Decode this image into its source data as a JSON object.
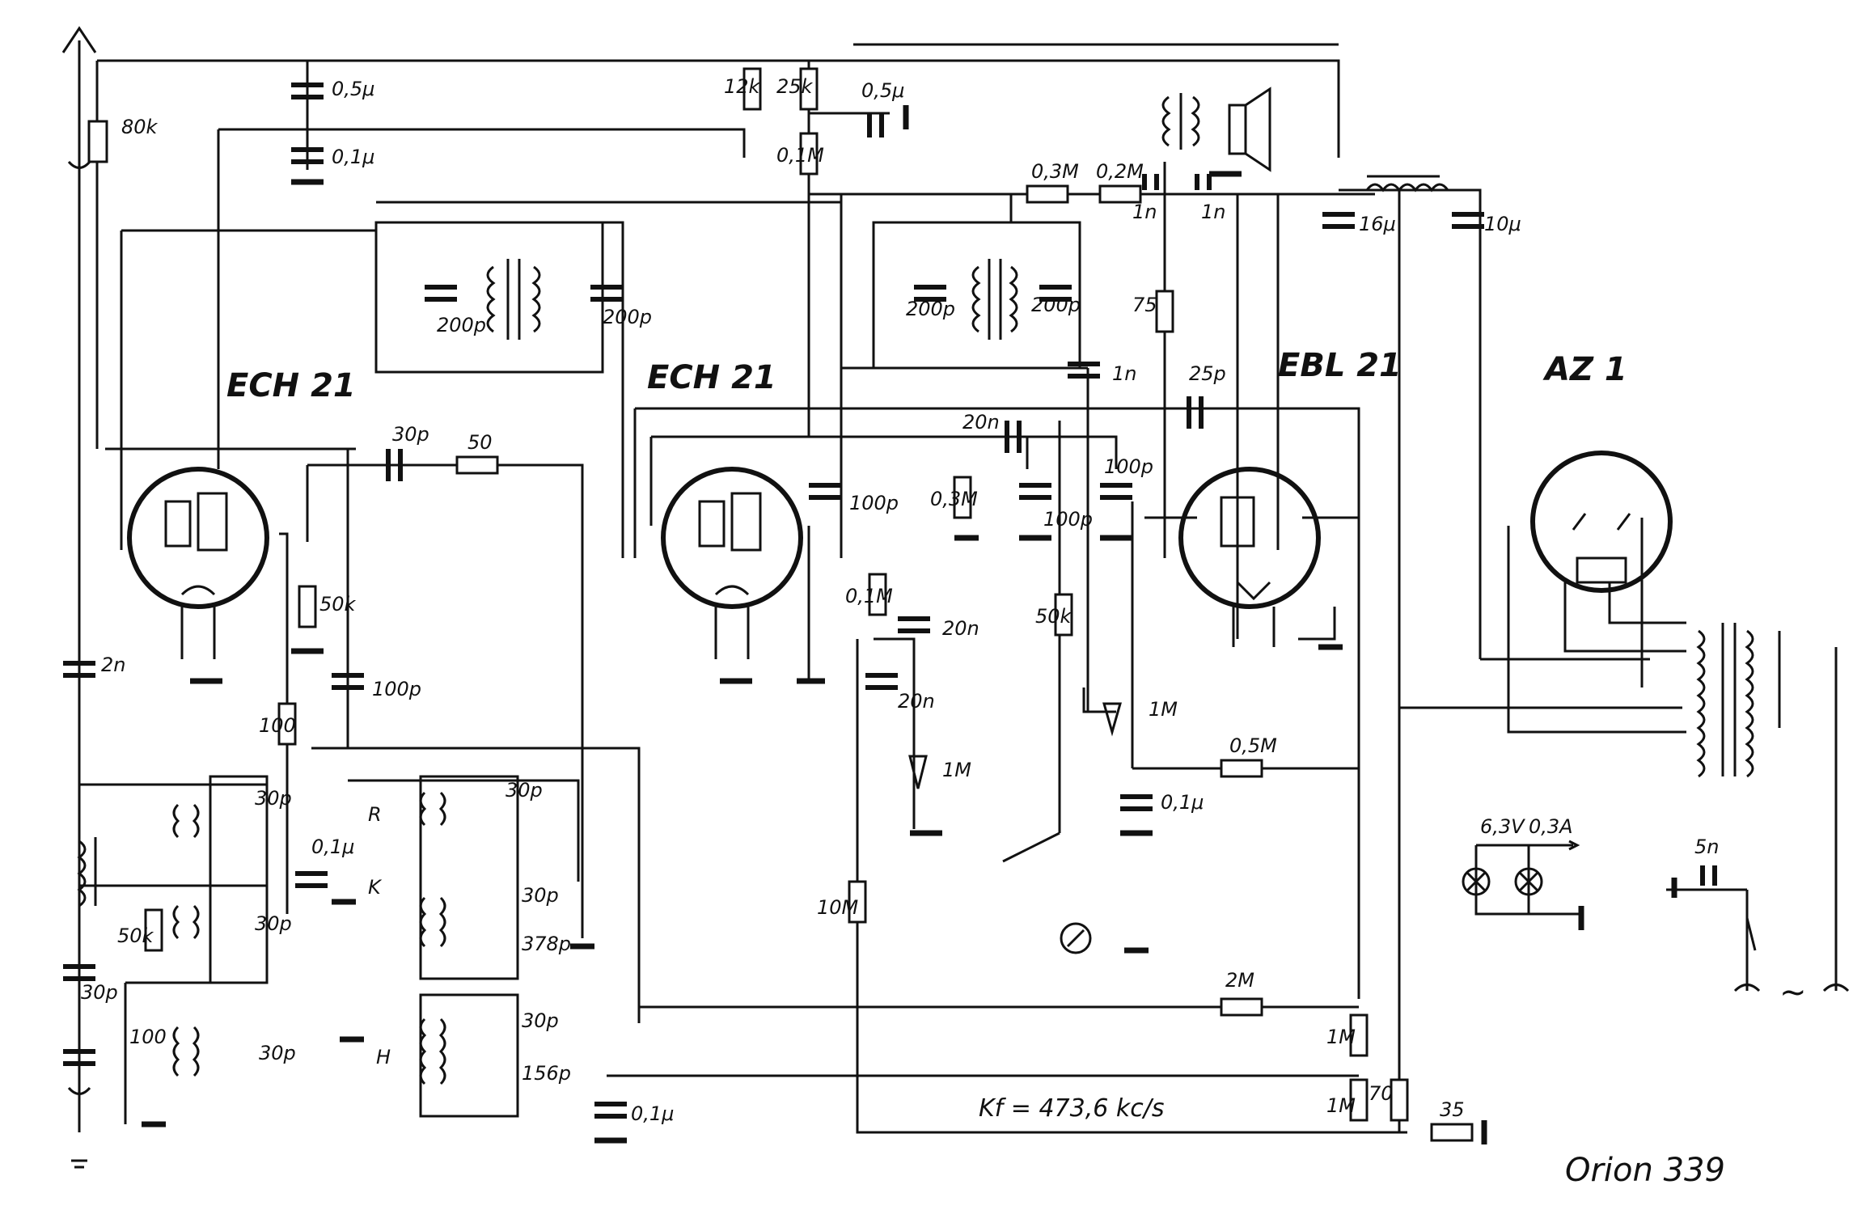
{
  "tubes": {
    "tube1": "ECH 21",
    "tube2": "ECH 21",
    "tube3": "EBL 21",
    "tube4": "AZ 1"
  },
  "labels": {
    "c_05u": "0,5μ",
    "c_01u_top": "0,1μ",
    "r_80k": "80k",
    "r_12k": "12k",
    "r_25k": "25k",
    "c_05u_b": "0,5μ",
    "r_01M_a": "0,1M",
    "r_03M": "0,3M",
    "r_02M": "0,2M",
    "c_1n_a": "1n",
    "c_1n_b": "1n",
    "c_16u": "16μ",
    "c_10u": "10μ",
    "c_200p_1": "200p",
    "c_200p_2": "200p",
    "c_200p_3": "200p",
    "c_200p_4": "200p",
    "r_75": "75",
    "c_1n_c": "1n",
    "c_25p": "25p",
    "c_30p_osc": "30p",
    "r_50": "50",
    "c_20n_a": "20n",
    "c_100p_a": "100p",
    "r_03M_b": "0,3M",
    "c_100p_b": "100p",
    "c_100p_c": "100p",
    "r_50k_a": "50k",
    "c_2n": "2n",
    "c_100p_d": "100p",
    "r_100": "100",
    "r_01M_b": "0,1M",
    "c_20n_b": "20n",
    "c_20n_c": "20n",
    "r_50k_b": "50k",
    "pot_1M_a": "1M",
    "pot_1M_b": "1M",
    "r_05M": "0,5M",
    "c_01u_mid": "0,1μ",
    "c_01u_sw": "0,1μ",
    "band_R": "R",
    "band_K": "K",
    "band_H": "H",
    "c_30p_1": "30p",
    "c_30p_2": "30p",
    "c_30p_3": "30p",
    "c_30p_4": "30p",
    "c_30p_5": "30p",
    "c_30p_6": "30p",
    "c_378p": "378p",
    "c_156p": "156p",
    "r_50k_c": "50k",
    "c_100_low": "100",
    "r_10M": "10M",
    "r_2M": "2M",
    "r_1M_a": "1M",
    "r_1M_b": "1M",
    "r_70": "70",
    "r_35": "35",
    "c_01u_bot": "0,1μ",
    "lamp_v": "6,3V",
    "lamp_a": "0,3A",
    "c_5n": "5n",
    "ac_symbol": "~",
    "kf": "Kf = 473,6 kc/s",
    "model": "Orion 339"
  }
}
